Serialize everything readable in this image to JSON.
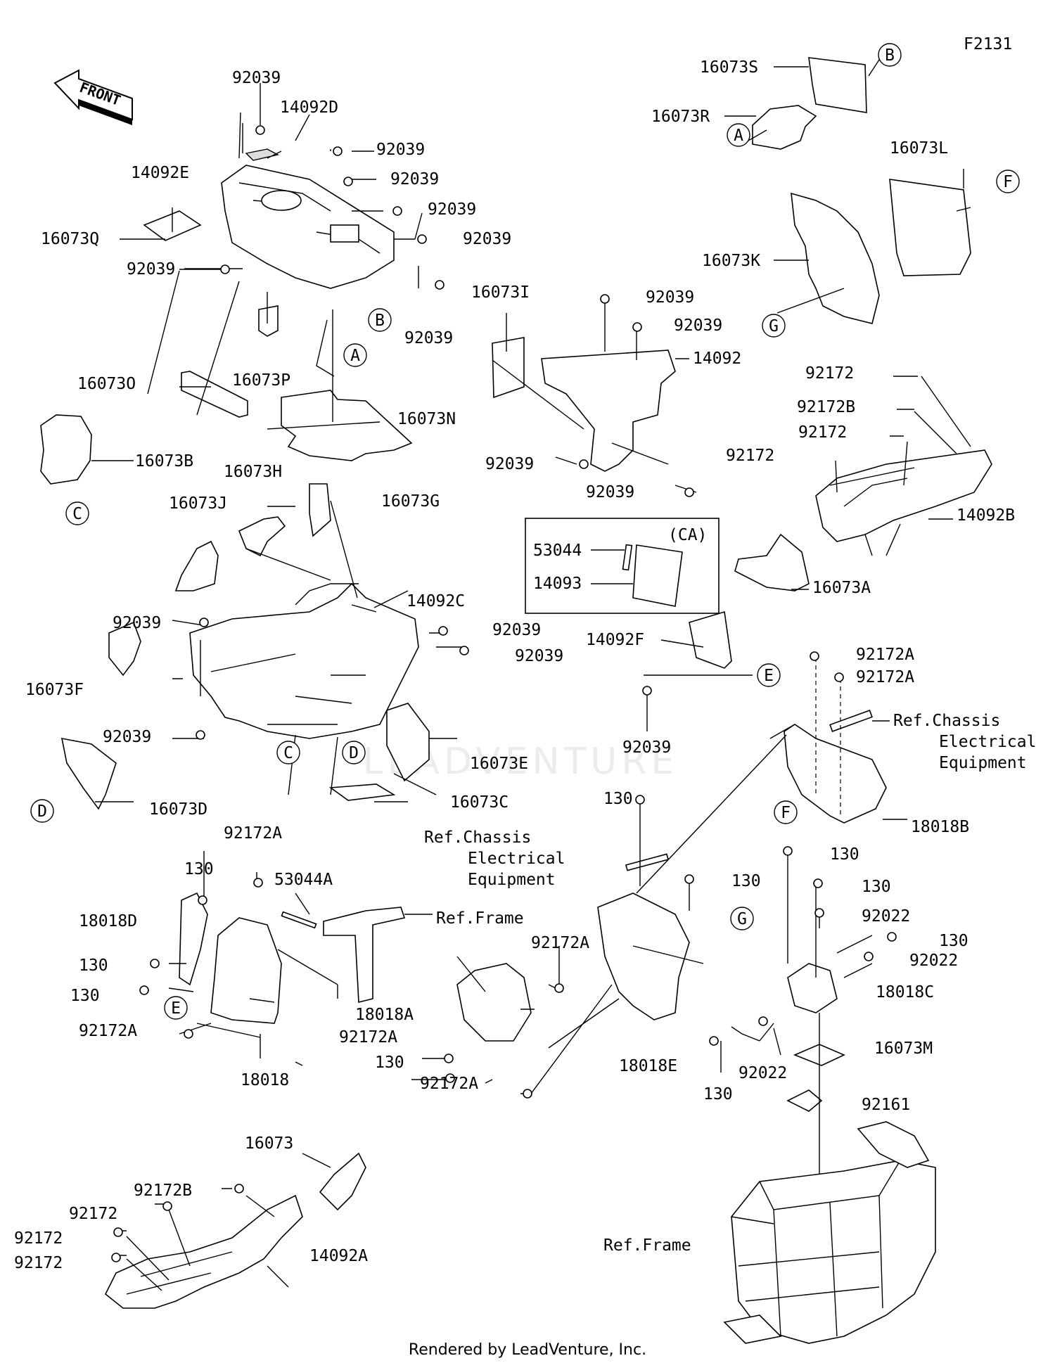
{
  "figure_code": "F2131",
  "front_arrow": "FRONT",
  "option_box": "(CA)",
  "footer": "Rendered by LeadVenture, Inc.",
  "watermark": "LEADVENTURE",
  "labels": {
    "l92039_a": "92039",
    "l14092D": "14092D",
    "l14092E": "14092E",
    "l92039_b": "92039",
    "l92039_c": "92039",
    "l92039_d": "92039",
    "l92039_e": "92039",
    "l16073Q": "16073Q",
    "l92039_f": "92039",
    "l92039_g": "92039",
    "l16073P": "16073P",
    "l16073O": "16073O",
    "l16073N": "16073N",
    "l16073B": "16073B",
    "l16073S": "16073S",
    "l16073R": "16073R",
    "l16073L": "16073L",
    "l16073K": "16073K",
    "l16073I": "16073I",
    "l92039_h": "92039",
    "l92039_i": "92039",
    "l14092": "14092",
    "l92039_j": "92039",
    "l92039_k": "92039",
    "l92172_a": "92172",
    "l92172B_a": "92172B",
    "l92172_b": "92172",
    "l92172_c": "92172",
    "l14092B": "14092B",
    "l16073A": "16073A",
    "l53044": "53044",
    "l14093": "14093",
    "l16073H": "16073H",
    "l16073G": "16073G",
    "l16073J": "16073J",
    "l14092C": "14092C",
    "l92039_l": "92039",
    "l92039_m": "92039",
    "l92039_n": "92039",
    "l16073F": "16073F",
    "l92039_o": "92039",
    "l16073E": "16073E",
    "l16073D": "16073D",
    "l16073C": "16073C",
    "l14092F": "14092F",
    "l92039_p": "92039",
    "l92172A_a": "92172A",
    "l92172A_b": "92172A",
    "ref_chassis_1a": "Ref.Chassis",
    "ref_chassis_1b": "Electrical",
    "ref_chassis_1c": "Equipment",
    "l18018B": "18018B",
    "l130_a": "130",
    "ref_chassis_2a": "Ref.Chassis",
    "ref_chassis_2b": "Electrical",
    "ref_chassis_2c": "Equipment",
    "l130_b": "130",
    "l130_c": "130",
    "l130_d": "130",
    "l92022_a": "92022",
    "l130_e": "130",
    "l92022_b": "92022",
    "l18018C": "18018C",
    "l92172A_c": "92172A",
    "l130_f": "130",
    "l53044A": "53044A",
    "ref_frame_1": "Ref.Frame",
    "l18018D": "18018D",
    "l130_g": "130",
    "l130_h": "130",
    "l92172A_d": "92172A",
    "l92172A_e": "92172A",
    "l18018": "18018",
    "l18018A": "18018A",
    "l92172A_f": "92172A",
    "l130_i": "130",
    "l92172A_g": "92172A",
    "l18018E": "18018E",
    "l130_j": "130",
    "l92022_c": "92022",
    "l16073M": "16073M",
    "l92161": "92161",
    "l16073": "16073",
    "l92172B_b": "92172B",
    "l92172_d": "92172",
    "l92172_e": "92172",
    "l92172_f": "92172",
    "l14092A": "14092A",
    "ref_frame_2": "Ref.Frame"
  },
  "callouts": {
    "B1": "B",
    "A1": "A",
    "F1": "F",
    "G1": "G",
    "B2": "B",
    "A2": "A",
    "C1": "C",
    "C2": "C",
    "D1": "D",
    "D2": "D",
    "E1": "E",
    "F2": "F",
    "G2": "G",
    "E2": "E"
  }
}
